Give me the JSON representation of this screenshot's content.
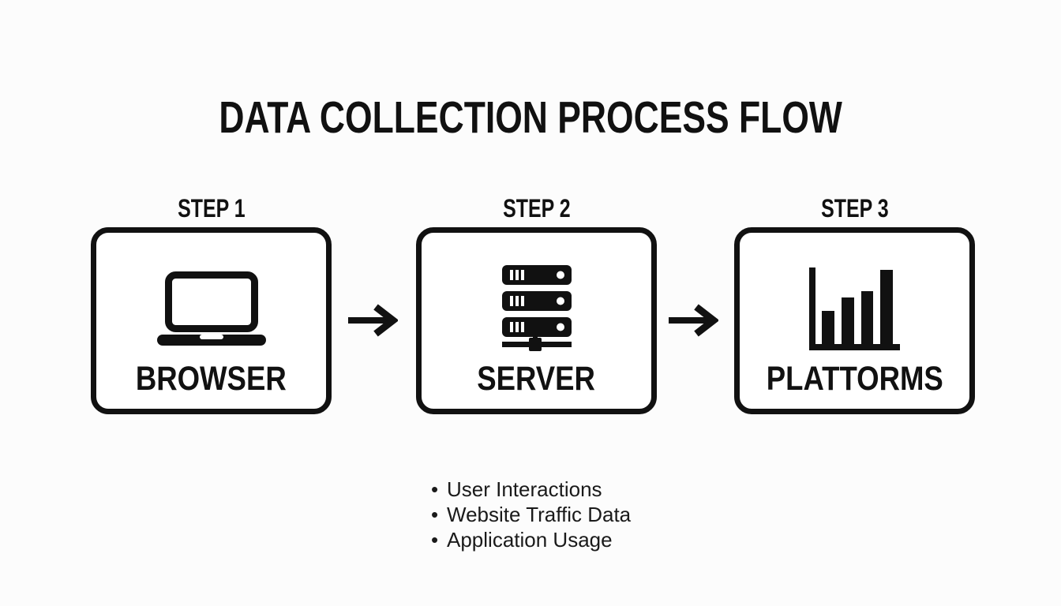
{
  "colors": {
    "ink": "#111111",
    "background": "#fcfcfc",
    "box_fill": "#ffffff"
  },
  "title": "DATA COLLECTION PROCESS FLOW",
  "steps": [
    {
      "step_label": "STEP 1",
      "box_label": "BROWSER",
      "icon": "laptop-icon"
    },
    {
      "step_label": "STEP 2",
      "box_label": "SERVER",
      "icon": "server-rack-icon"
    },
    {
      "step_label": "STEP 3",
      "box_label": "PLATTORMS",
      "icon": "bar-chart-icon"
    }
  ],
  "connectors": [
    {
      "icon": "right-arrow-icon"
    },
    {
      "icon": "right-arrow-icon"
    }
  ],
  "bullet_list": {
    "marker": "•",
    "items": [
      "User Interactions",
      "Website Traffic Data",
      "Application Usage"
    ]
  }
}
